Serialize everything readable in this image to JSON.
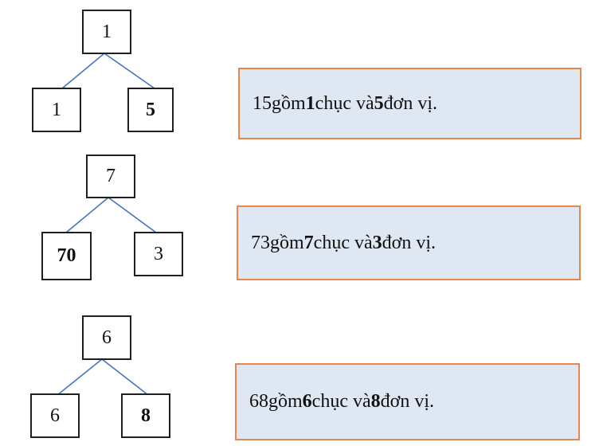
{
  "trees": [
    {
      "top": "1",
      "left": "1",
      "right": "5",
      "left_bold": false,
      "right_bold": true
    },
    {
      "top": "7",
      "left": "70",
      "right": "3",
      "left_bold": true,
      "right_bold": false
    },
    {
      "top": "6",
      "left": "6",
      "right": "8",
      "left_bold": false,
      "right_bold": true
    }
  ],
  "sentences": [
    {
      "number": "15",
      "word1": "gồm",
      "tens": "1",
      "word2": "chục và",
      "ones": "5",
      "word3": "đơn vị."
    },
    {
      "number": "73",
      "word1": "gồm",
      "tens": "7",
      "word2": "chục và",
      "ones": "3",
      "word3": "đơn vị."
    },
    {
      "number": "68",
      "word1": "gồm",
      "tens": "6",
      "word2": "chục và",
      "ones": "8",
      "word3": "đơn vị."
    }
  ],
  "colors": {
    "line": "#4472c4",
    "panel_fill": "#dee7f2",
    "panel_border": "#e8874a"
  }
}
